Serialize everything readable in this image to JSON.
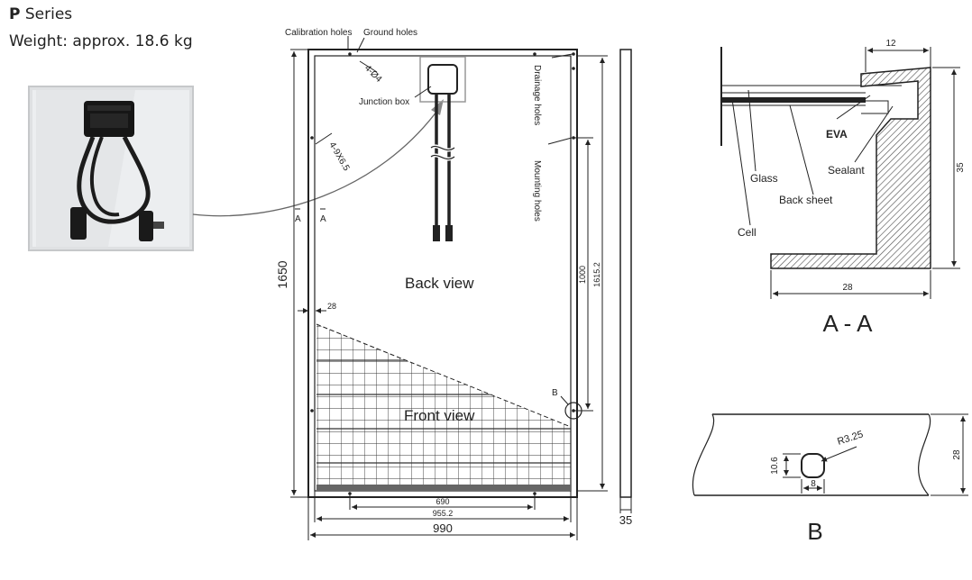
{
  "header": {
    "series_bold": "P",
    "series_rest": " Series",
    "weight": "Weight: approx. 18.6 kg"
  },
  "main": {
    "labels": {
      "calibration_holes": "Calibration holes",
      "ground_holes": "Ground holes",
      "junction_box": "Junction box",
      "drainage_holes": "Drainage holes",
      "mounting_holes": "Mounting holes",
      "hole_ground": "4-Ø4",
      "hole_mount": "4-9X6.5",
      "section_a_left": "A",
      "section_a_right": "A",
      "back_view": "Back view",
      "front_view": "Front view",
      "detail_b": "B"
    },
    "dimensions": {
      "height": "1650",
      "width": "990",
      "thickness": "35",
      "mount_spacing": "1000",
      "mount_span": "1615.2",
      "bottom_inner": "690",
      "bottom_outer": "955.2",
      "edge_28": "28"
    }
  },
  "section_aa": {
    "title": "A - A",
    "dim_top": "12",
    "dim_height": "35",
    "dim_bottom": "28",
    "eva": "EVA",
    "glass": "Glass",
    "sealant": "Sealant",
    "back_sheet": "Back sheet",
    "cell": "Cell"
  },
  "detail_b": {
    "title": "B",
    "radius": "R3.25",
    "dim_h": "10.6",
    "dim_w": "8",
    "dim_frame": "28"
  }
}
